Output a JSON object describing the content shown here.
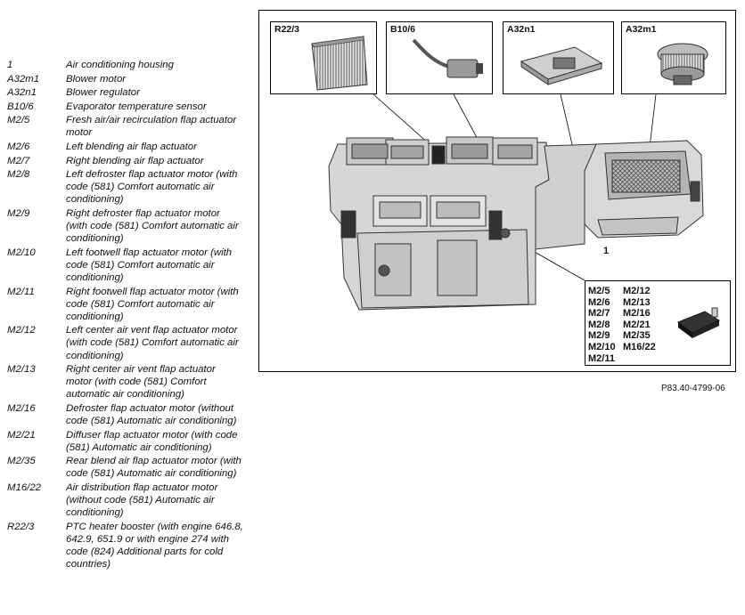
{
  "legend": [
    {
      "code": "1",
      "desc": "Air conditioning housing"
    },
    {
      "code": "A32m1",
      "desc": "Blower motor"
    },
    {
      "code": "A32n1",
      "desc": "Blower regulator"
    },
    {
      "code": "B10/6",
      "desc": "Evaporator temperature sensor"
    },
    {
      "code": "M2/5",
      "desc": "Fresh air/air recirculation flap actuator motor"
    },
    {
      "code": "M2/6",
      "desc": "Left blending air flap actuator"
    },
    {
      "code": "M2/7",
      "desc": "Right blending air flap actuator"
    },
    {
      "code": "M2/8",
      "desc": "Left defroster flap actuator motor (with code (581) Comfort automatic air conditioning)"
    },
    {
      "code": "M2/9",
      "desc": "Right defroster flap actuator motor (with code (581) Comfort automatic air conditioning)"
    },
    {
      "code": "M2/10",
      "desc": "Left footwell flap actuator motor (with code (581) Comfort automatic air conditioning)"
    },
    {
      "code": "M2/11",
      "desc": "Right footwell flap actuator motor (with code (581) Comfort automatic air conditioning)"
    },
    {
      "code": "M2/12",
      "desc": "Left center air vent flap actuator motor (with code (581) Comfort automatic air conditioning)"
    },
    {
      "code": "M2/13",
      "desc": "Right center air vent flap actuator motor (with code (581) Comfort automatic air conditioning)"
    },
    {
      "code": "M2/16",
      "desc": "Defroster flap actuator motor (without code (581) Automatic air conditioning)"
    },
    {
      "code": "M2/21",
      "desc": "Diffuser flap actuator motor (with code (581) Automatic air conditioning)"
    },
    {
      "code": "M2/35",
      "desc": "Rear blend air flap actuator motor (with code (581) Automatic air conditioning)"
    },
    {
      "code": "M16/22",
      "desc": "Air distribution flap actuator motor (without code (581) Automatic air conditioning)"
    },
    {
      "code": "R22/3",
      "desc": "PTC heater booster (with engine 646.8, 642.9, 651.9 or with engine 274 with code (824) Additional parts for cold countries)"
    }
  ],
  "insets": {
    "r22": "R22/3",
    "b10": "B10/6",
    "a32n1": "A32n1",
    "a32m1": "A32m1"
  },
  "callout_main": "1",
  "m2_codes": [
    "M2/5",
    "M2/12",
    "M2/6",
    "M2/13",
    "M2/7",
    "M2/16",
    "M2/8",
    "M2/21",
    "M2/9",
    "M2/35",
    "M2/10",
    "M16/22",
    "M2/11"
  ],
  "figure_ref": "P83.40-4799-06"
}
